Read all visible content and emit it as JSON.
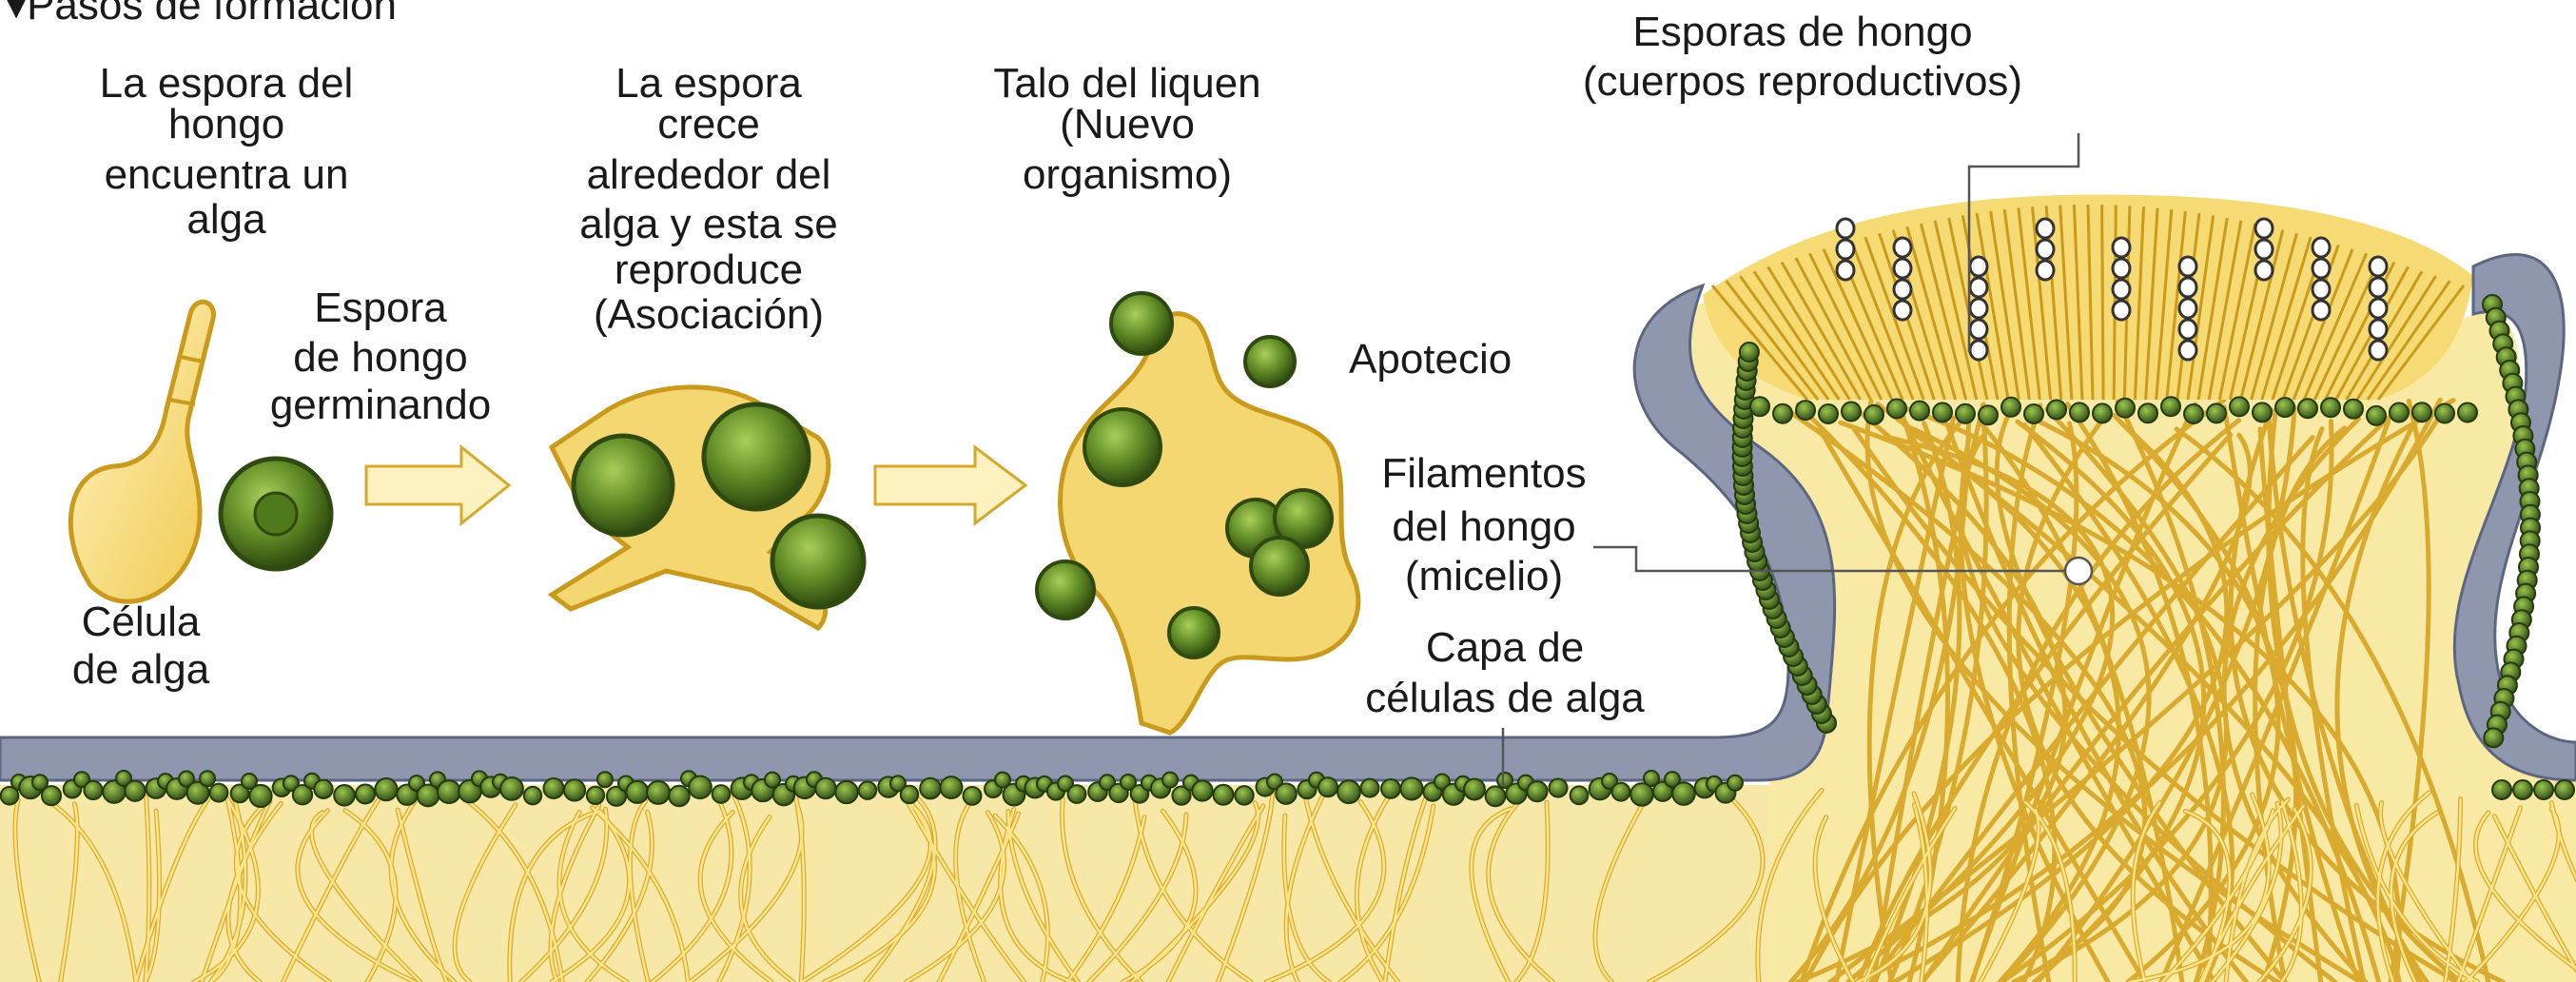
{
  "header": {
    "title": "▾Pasos de formación"
  },
  "steps": {
    "step1": [
      "La espora del",
      "hongo",
      "encuentra un",
      "alga"
    ],
    "step2": [
      "La espora",
      "crece",
      "alrededor del",
      "alga y esta se",
      "reproduce",
      "(Asociación)"
    ],
    "step3": [
      "Talo del liquen",
      "(Nuevo",
      "organismo)"
    ]
  },
  "labels": {
    "spore_germinating": [
      "Espora",
      "de hongo",
      "germinando"
    ],
    "algal_cell": [
      "Célula",
      "de alga"
    ],
    "apothecium": "Apotecio",
    "hyphae": [
      "Filamentos",
      "del hongo",
      "(micelio)"
    ],
    "algal_layer": [
      "Capa de",
      "células de alga"
    ],
    "fungal_spores": [
      "Esporas de hongo",
      "(cuerpos reproductivos)"
    ]
  },
  "colors": {
    "hypha_fill": "#f4d770",
    "hypha_stroke": "#c99a1c",
    "hypha_dark": "#d6a92c",
    "alga_dark": "#3e5d1a",
    "alga_mid": "#5f8a25",
    "alga_light": "#93bc45",
    "cortex": "#8e97ad",
    "cortex_edge": "#5d6680",
    "arrow_fill": "#fdf2c0"
  }
}
